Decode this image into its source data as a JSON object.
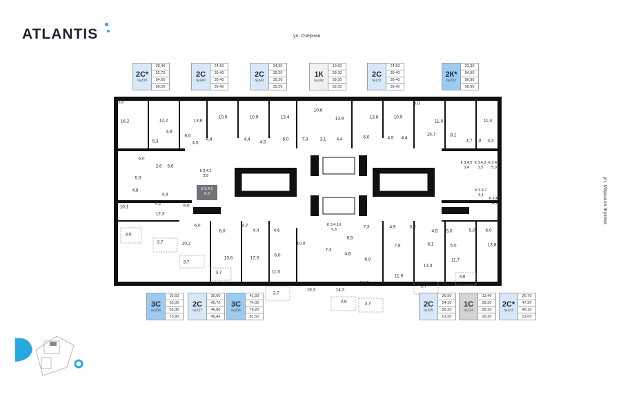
{
  "brand": "ATLANTIS",
  "streets": {
    "top": "ул. Озёрная",
    "right": "ул. Маршала Жукова"
  },
  "colors": {
    "light": "#d8e8f7",
    "mid": "#9ccbef",
    "gray": "#d4d4d4",
    "pale": "#f1f1f1",
    "accent": "#29a8e0"
  },
  "apartments_top": [
    {
      "type": "2С*",
      "number": "№239",
      "areas": [
        "28,40",
        "52,70",
        "54,60",
        "56,50"
      ],
      "color": "light"
    },
    {
      "type": "2С",
      "number": "№240",
      "areas": [
        "24,50",
        "39,40",
        "39,40",
        "39,40"
      ],
      "color": "light"
    },
    {
      "type": "2С",
      "number": "№241",
      "areas": [
        "24,30",
        "39,20",
        "39,20",
        "39,20"
      ],
      "color": "light"
    },
    {
      "type": "1К",
      "number": "№242",
      "areas": [
        "10,60",
        "39,30",
        "39,30",
        "39,30"
      ],
      "color": "pale"
    },
    {
      "type": "2С",
      "number": "№231",
      "areas": [
        "24,50",
        "39,40",
        "39,40",
        "39,40"
      ],
      "color": "light"
    },
    {
      "type": "2К*",
      "number": "№232",
      "areas": [
        "23,30",
        "54,90",
        "56,90",
        "58,90"
      ],
      "color": "mid"
    }
  ],
  "apartments_bottom": [
    {
      "type": "3С",
      "number": "№238",
      "areas": [
        "32,60",
        "63,00",
        "66,30",
        "73,90"
      ],
      "color": "mid"
    },
    {
      "type": "2С",
      "number": "№237",
      "areas": [
        "30,60",
        "45,70",
        "46,80",
        "49,40"
      ],
      "color": "light"
    },
    {
      "type": "3С",
      "number": "№236",
      "areas": [
        "41,50",
        "74,00",
        "76,20",
        "81,50"
      ],
      "color": "mid"
    },
    {
      "type": "2С",
      "number": "№235",
      "areas": [
        "26,50",
        "54,10",
        "56,30",
        "61,50"
      ],
      "color": "light"
    },
    {
      "type": "1С",
      "number": "№234",
      "areas": [
        "13,40",
        "28,30",
        "28,30",
        "28,30"
      ],
      "color": "gray"
    },
    {
      "type": "2С*",
      "number": "№233",
      "areas": [
        "26,70",
        "47,20",
        "49,10",
        "51,00"
      ],
      "color": "light"
    }
  ],
  "rooms": [
    "3,8",
    "16,2",
    "12,2",
    "13,6",
    "10,9",
    "10,9",
    "13,4",
    "10,6",
    "13,9",
    "13,6",
    "10,9",
    "4,0",
    "11,9",
    "11,4",
    "4,8",
    "5,3",
    "6,0",
    "4,5",
    "4,4",
    "4,4",
    "4,5",
    "6,0",
    "7,3",
    "3,1",
    "4,4",
    "6,0",
    "4,5",
    "4,4",
    "15,7",
    "8,1",
    "1,7",
    "1,8",
    "4,3",
    "6,0",
    "2,6",
    "5,6",
    "5,0",
    "4,8",
    "4,4",
    "4,2",
    "6,0",
    "10,1",
    "12,3",
    "6,0",
    "6,0",
    "4,7",
    "4,4",
    "4,6",
    "10,0",
    "6,5",
    "7,3",
    "4,9",
    "3,9",
    "6,1",
    "4,5",
    "5,0",
    "5,0",
    "6,0",
    "13,8",
    "10,2",
    "7,8",
    "5,0",
    "3,5",
    "3,7",
    "3,7",
    "13,6",
    "17,0",
    "6,0",
    "7,3",
    "4,6",
    "6,0",
    "11,7",
    "13,4",
    "11,0",
    "3,7",
    "3,7",
    "16,3",
    "14,2",
    "14,6",
    "11,9",
    "3,7",
    "3,6",
    "3,8",
    "3,7"
  ],
  "storage": [
    {
      "label": "К 3.4.2",
      "area": "3,9"
    },
    {
      "label": "К 3.4.1",
      "area": "6,3"
    },
    {
      "label": "К 3.4.5",
      "area": "3,4"
    },
    {
      "label": "К 3.4.3",
      "area": "3,3"
    },
    {
      "label": "К 3.4.4",
      "area": "5,0"
    },
    {
      "label": "К 3.4.7",
      "area": "3,1"
    },
    {
      "label": "К 3.4.8",
      "area": "4,1"
    },
    {
      "label": "К 3.4.10",
      "area": "9,8"
    }
  ]
}
